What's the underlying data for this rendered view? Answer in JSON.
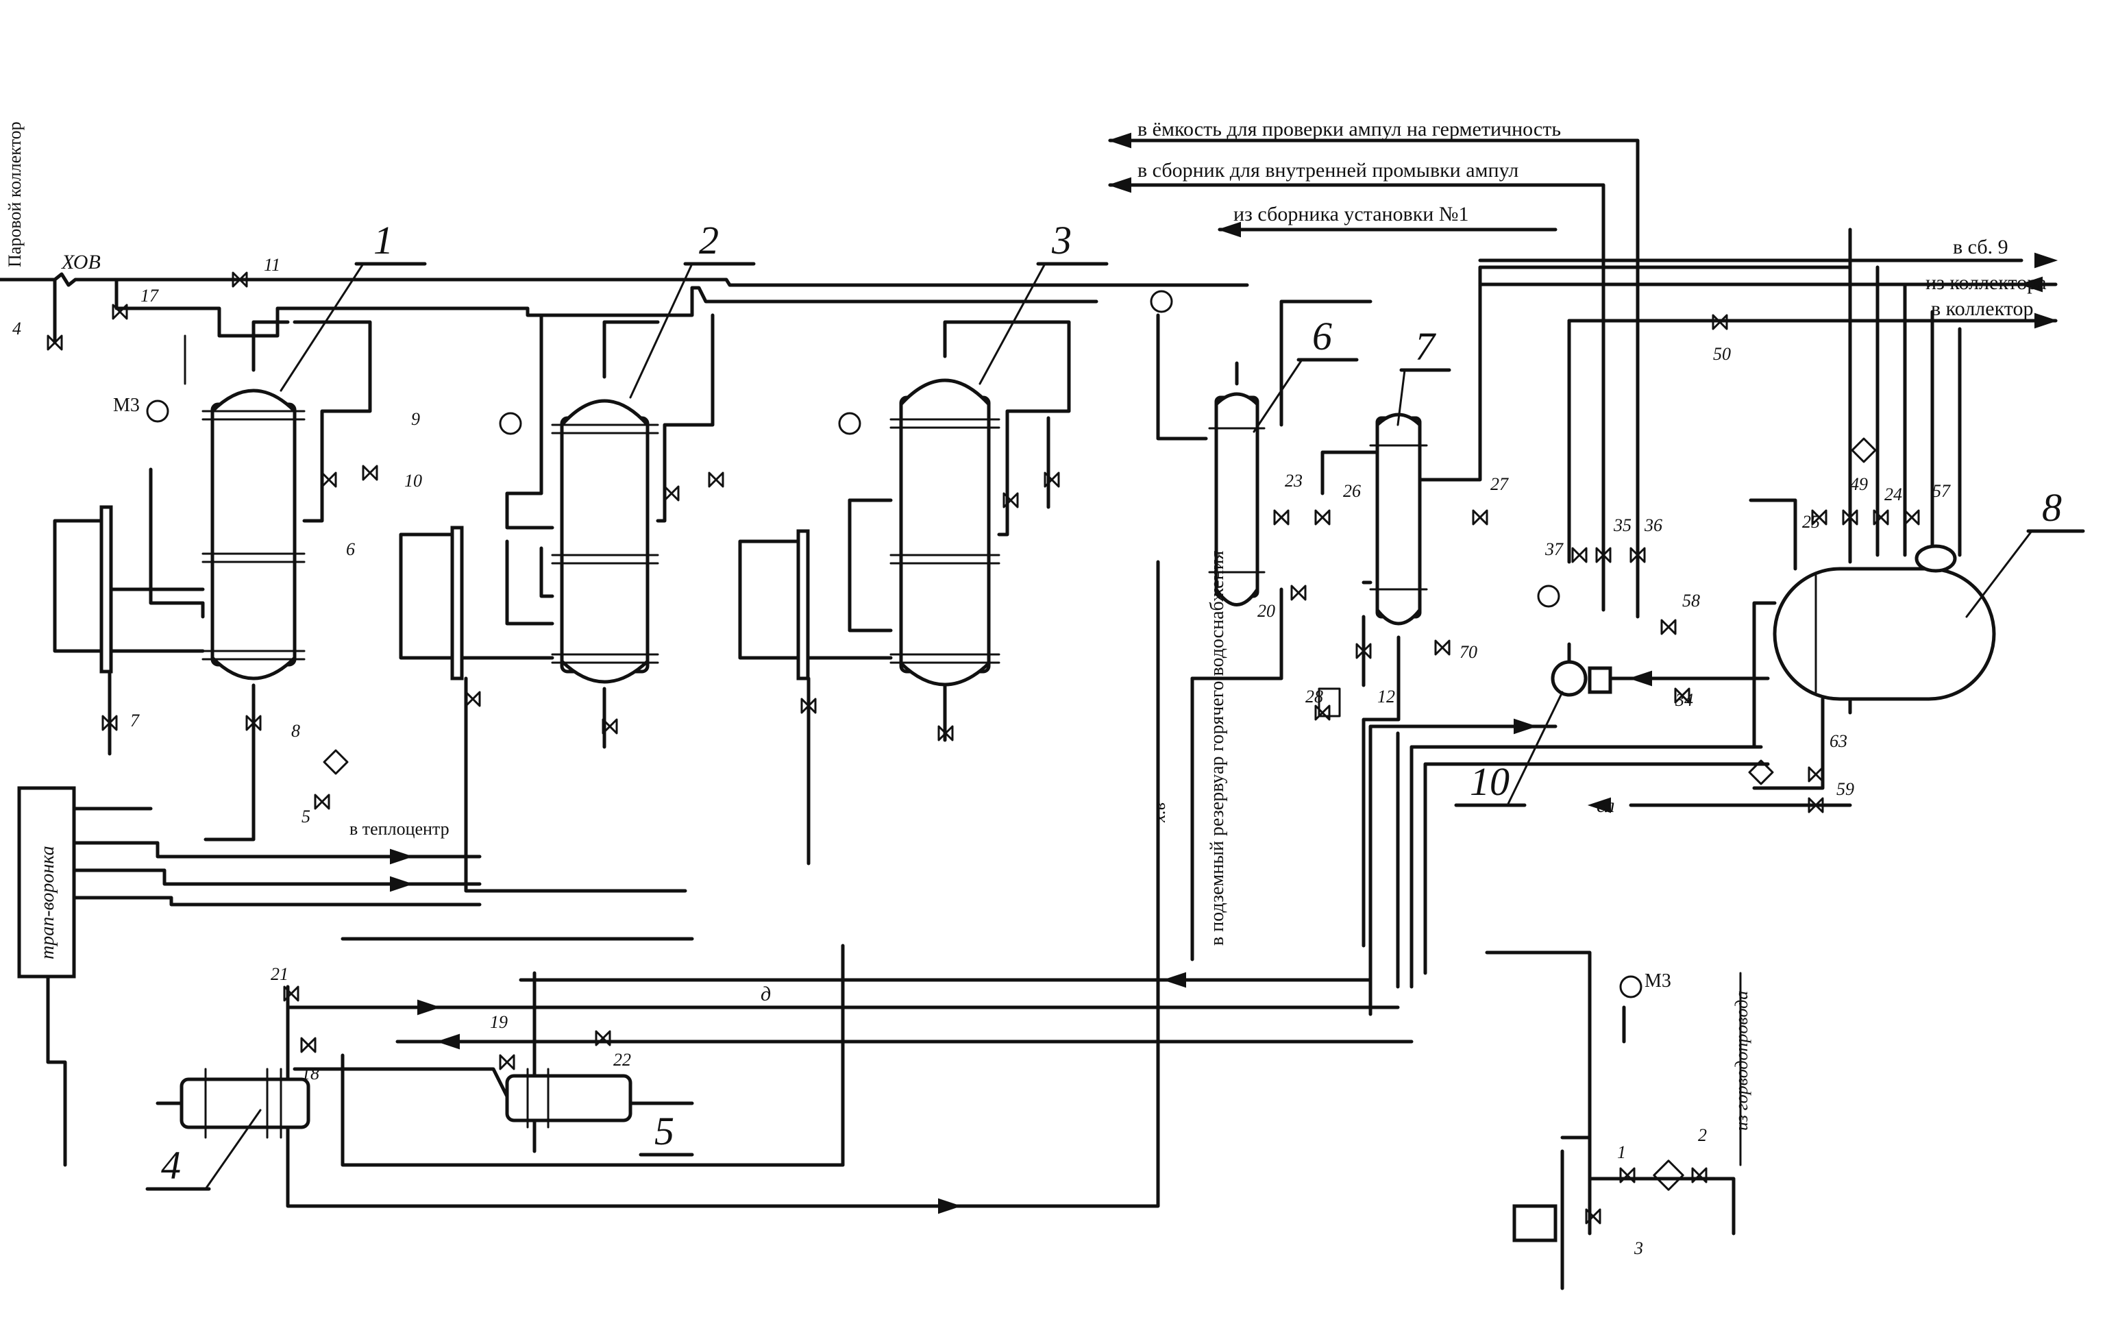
{
  "labels": {
    "steam_collector": "Паровой коллектор",
    "hov": "ХОВ",
    "to_ampoule_tightness_tank": "в ёмкость для проверки ампул на герметичность",
    "to_inner_wash_collector": "в сборник для внутренней промывки ампул",
    "from_unit1_collector": "из сборника установки №1",
    "to_sb9": "в сб. 9",
    "from_collector": "из коллектора",
    "to_collector": "в коллектор",
    "to_heat_center": "в теплоцентр",
    "underground_tank": "в подземный резервуар горячего водоснабжения",
    "from_city_water": "из горводопровода",
    "trap_funnel": "трап-воронка",
    "m3_a": "М3",
    "m3_b": "М3",
    "sl": "сл",
    "d": "д",
    "hv": "х.в"
  },
  "equipment": [
    {
      "id": "1",
      "label": "1"
    },
    {
      "id": "2",
      "label": "2"
    },
    {
      "id": "3",
      "label": "3"
    },
    {
      "id": "4",
      "label": "4"
    },
    {
      "id": "5",
      "label": "5"
    },
    {
      "id": "6",
      "label": "6"
    },
    {
      "id": "7",
      "label": "7"
    },
    {
      "id": "8",
      "label": "8"
    },
    {
      "id": "10",
      "label": "10"
    }
  ],
  "valves": [
    "4",
    "17",
    "11",
    "7",
    "8",
    "5",
    "9",
    "10",
    "6",
    "21",
    "18",
    "19",
    "22",
    "23",
    "26",
    "20",
    "28",
    "12",
    "27",
    "70",
    "37",
    "35",
    "36",
    "58",
    "34",
    "25",
    "49",
    "24",
    "57",
    "63",
    "59",
    "50",
    "1",
    "2",
    "3"
  ]
}
